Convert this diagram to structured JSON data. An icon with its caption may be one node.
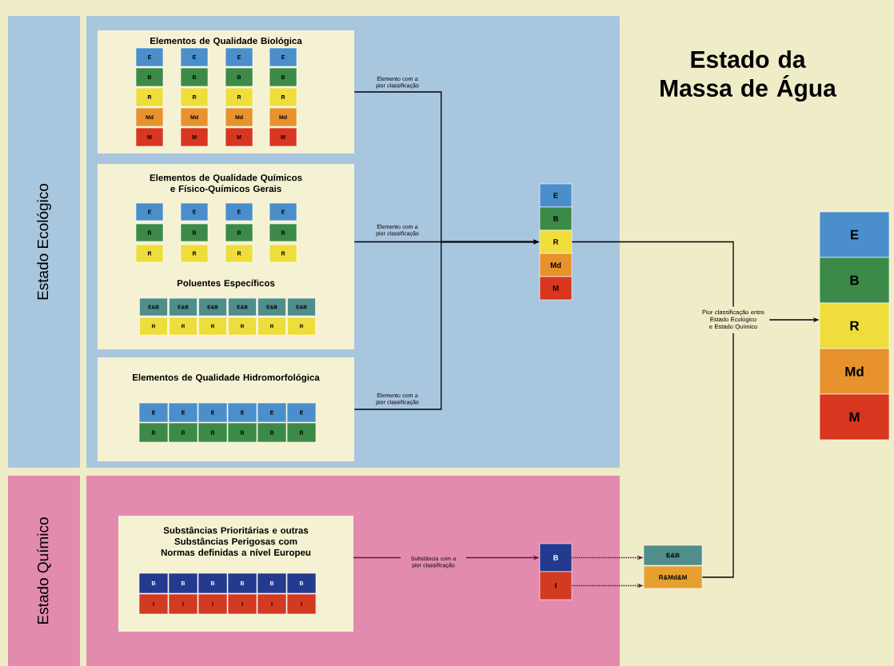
{
  "diagram": {
    "title": "Estado da Massa de Água",
    "nodes": [
      {
        "text": [
          "Estado Ecológico"
        ]
      },
      {
        "text": [
          "Elementos de Qualidade Biológica"
        ],
        "in": 0
      },
      {
        "text": [
          "E"
        ],
        "in": 1
      },
      {
        "text": [
          "E"
        ],
        "in": 1
      },
      {
        "text": [
          "E"
        ],
        "in": 1
      },
      {
        "text": [
          "E"
        ],
        "in": 1
      },
      {
        "text": [
          "B"
        ],
        "in": 1
      },
      {
        "text": [
          "B"
        ],
        "in": 1
      },
      {
        "text": [
          "B"
        ],
        "in": 1
      },
      {
        "text": [
          "B"
        ],
        "in": 1
      },
      {
        "text": [
          "R"
        ],
        "in": 1
      },
      {
        "text": [
          "R"
        ],
        "in": 1
      },
      {
        "text": [
          "R"
        ],
        "in": 1
      },
      {
        "text": [
          "R"
        ],
        "in": 1
      },
      {
        "text": [
          "Md"
        ],
        "in": 1
      },
      {
        "text": [
          "Md"
        ],
        "in": 1
      },
      {
        "text": [
          "Md"
        ],
        "in": 1
      },
      {
        "text": [
          "Md"
        ],
        "in": 1
      },
      {
        "text": [
          "M"
        ],
        "in": 1
      },
      {
        "text": [
          "M"
        ],
        "in": 1
      },
      {
        "text": [
          "M"
        ],
        "in": 1
      },
      {
        "text": [
          "M"
        ],
        "in": 1
      },
      {
        "text": [
          "Elementos de Qualidade Químicos e Físico-Químicos Gerais",
          "Poluentes Específicos"
        ],
        "in": 0
      },
      {
        "text": [
          "E"
        ],
        "in": 22
      },
      {
        "text": [
          "E"
        ],
        "in": 22
      },
      {
        "text": [
          "E"
        ],
        "in": 22
      },
      {
        "text": [
          "E"
        ],
        "in": 22
      },
      {
        "text": [
          "B"
        ],
        "in": 22
      },
      {
        "text": [
          "B"
        ],
        "in": 22
      },
      {
        "text": [
          "B"
        ],
        "in": 22
      },
      {
        "text": [
          "B"
        ],
        "in": 22
      },
      {
        "text": [
          "R"
        ],
        "in": 22
      },
      {
        "text": [
          "R"
        ],
        "in": 22
      },
      {
        "text": [
          "R"
        ],
        "in": 22
      },
      {
        "text": [
          "R"
        ],
        "in": 22
      },
      {
        "text": [
          "E&B"
        ],
        "in": 22
      },
      {
        "text": [
          "E&B"
        ],
        "in": 22
      },
      {
        "text": [
          "E&B"
        ],
        "in": 22
      },
      {
        "text": [
          "E&B"
        ],
        "in": 22
      },
      {
        "text": [
          "E&B"
        ],
        "in": 22
      },
      {
        "text": [
          "E&B"
        ],
        "in": 22
      },
      {
        "text": [
          "R"
        ],
        "in": 22
      },
      {
        "text": [
          "R"
        ],
        "in": 22
      },
      {
        "text": [
          "R"
        ],
        "in": 22
      },
      {
        "text": [
          "R"
        ],
        "in": 22
      },
      {
        "text": [
          "R"
        ],
        "in": 22
      },
      {
        "text": [
          "R"
        ],
        "in": 22
      },
      {
        "text": [
          "Elementos de Qualidade Hidromorfológica"
        ],
        "in": 0
      },
      {
        "text": [
          "E"
        ],
        "in": 47
      },
      {
        "text": [
          "E"
        ],
        "in": 47
      },
      {
        "text": [
          "E"
        ],
        "in": 47
      },
      {
        "text": [
          "E"
        ],
        "in": 47
      },
      {
        "text": [
          "E"
        ],
        "in": 47
      },
      {
        "text": [
          "E"
        ],
        "in": 47
      },
      {
        "text": [
          "B"
        ],
        "in": 47
      },
      {
        "text": [
          "B"
        ],
        "in": 47
      },
      {
        "text": [
          "B"
        ],
        "in": 47
      },
      {
        "text": [
          "B"
        ],
        "in": 47
      },
      {
        "text": [
          "B"
        ],
        "in": 47
      },
      {
        "text": [
          "B"
        ],
        "in": 47
      },
      {
        "text": [
          "E"
        ],
        "in": 0
      },
      {
        "text": [
          "B"
        ],
        "in": 0
      },
      {
        "text": [
          "R"
        ],
        "in": 0
      },
      {
        "text": [
          "Md"
        ],
        "in": 0
      },
      {
        "text": [
          "M"
        ],
        "in": 0
      },
      {
        "text": [
          "Estado Químico"
        ]
      },
      {
        "text": [
          "Substâncias Prioritárias e outras Substâncias Perigosas com Normas definidas a nível Europeu"
        ],
        "in": 65
      },
      {
        "text": [
          "B"
        ],
        "in": 66
      },
      {
        "text": [
          "B"
        ],
        "in": 66
      },
      {
        "text": [
          "B"
        ],
        "in": 66
      },
      {
        "text": [
          "B"
        ],
        "in": 66
      },
      {
        "text": [
          "B"
        ],
        "in": 66
      },
      {
        "text": [
          "B"
        ],
        "in": 66
      },
      {
        "text": [
          "I"
        ],
        "in": 66
      },
      {
        "text": [
          "I"
        ],
        "in": 66
      },
      {
        "text": [
          "I"
        ],
        "in": 66
      },
      {
        "text": [
          "I"
        ],
        "in": 66
      },
      {
        "text": [
          "I"
        ],
        "in": 66
      },
      {
        "text": [
          "I"
        ],
        "in": 66
      },
      {
        "text": [
          "B"
        ],
        "in": 65
      },
      {
        "text": [
          "I"
        ],
        "in": 65
      },
      {
        "text": [
          "E&B"
        ]
      },
      {
        "text": [
          "R&Md&M"
        ]
      },
      {
        "text": [
          "Pior classificação entre Estado Ecológico e Estado Químico"
        ]
      },
      {
        "text": [
          "E"
        ]
      },
      {
        "text": [
          "B"
        ]
      },
      {
        "text": [
          "R"
        ]
      },
      {
        "text": [
          "Md"
        ]
      },
      {
        "text": [
          "M"
        ]
      }
    ],
    "edges": [
      {
        "from": 1,
        "to": 62,
        "arrow": "to",
        "label": "Elemento com a pior classificação"
      },
      {
        "from": 22,
        "to": 62,
        "arrow": "to",
        "label": "Elemento com a pior classificação"
      },
      {
        "from": 47,
        "to": 62,
        "arrow": "to",
        "label": "Elemento com a pior classificação"
      },
      {
        "from": 66,
        "to": 79,
        "arrow": "to",
        "label": "Substância com a pior classificação",
        "color": "#5c1a33"
      },
      {
        "from": 79,
        "to": 81,
        "arrow": "to",
        "style": "dashed",
        "color": "#5c1a33"
      },
      {
        "from": 80,
        "to": 82,
        "arrow": "to",
        "style": "dashed",
        "color": "#5c1a33"
      },
      {
        "from": 62,
        "to": 83,
        "arrow": "none"
      },
      {
        "from": 82,
        "to": 83,
        "arrow": "none"
      },
      {
        "from": 83,
        "to": 86,
        "arrow": "to"
      }
    ]
  }
}
